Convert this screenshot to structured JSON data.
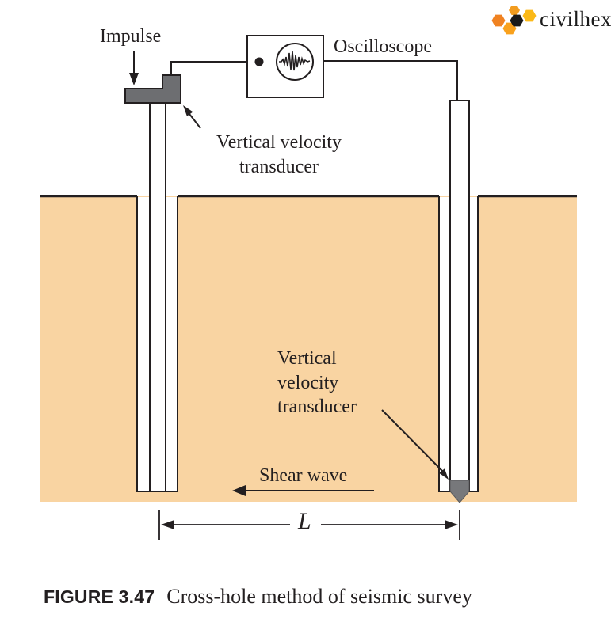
{
  "logo": {
    "text": "civilhex",
    "hex_colors": [
      "#F08221",
      "#F29C1F",
      "#FBB917",
      "#1A1A1A",
      "#F9A11C"
    ]
  },
  "diagram": {
    "impulse_label": "Impulse",
    "oscilloscope_label": "Oscilloscope",
    "source_transducer_label": {
      "line1": "Vertical velocity",
      "line2": "transducer"
    },
    "receiver_transducer_label": {
      "line1": "Vertical",
      "line2": "velocity",
      "line3": "transducer"
    },
    "shear_wave_label": "Shear wave",
    "distance_label": "L"
  },
  "caption": {
    "tag": "FIGURE 3.47",
    "text": "Cross-hole method of seismic survey"
  },
  "colors": {
    "soil": "#F9D4A2",
    "device_gray": "#6D6E71",
    "transducer_gray": "#77787B",
    "line": "#231F20"
  }
}
